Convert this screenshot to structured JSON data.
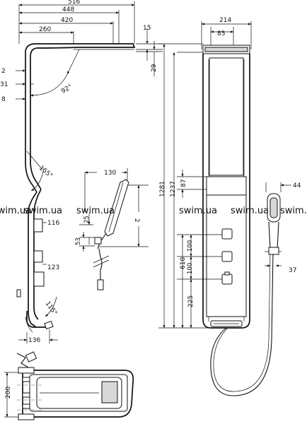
{
  "dimensions": {
    "width_516": "516",
    "width_448": "448",
    "width_420": "420",
    "width_260": "260",
    "gap_15": "15",
    "gap_29": "29",
    "left_2": "2",
    "left_31": "31",
    "left_8": "8",
    "angle_92": "92°",
    "angle_155": "155°",
    "angle_115": "115°",
    "depth_116": "116",
    "depth_123": "123",
    "depth_136": "136",
    "depth_200": "200",
    "hand_130": "130",
    "hand_25": "25",
    "hand_53": "53",
    "hand_2": "2",
    "panel_214": "214",
    "panel_85": "85",
    "height_1281": "1281",
    "height_1237": "1237",
    "h_87": "87",
    "h_610": "610",
    "h_100a": "100",
    "h_100b": "100",
    "h_225": "225",
    "head_44": "44",
    "head_37": "37"
  },
  "watermark": {
    "text_1": "swim.ua",
    "text_2": "swim.ua",
    "text_3": "swim.ua",
    "text_4": "swim.ua",
    "text_5": "swim.ua",
    "text_6": "swim.ua"
  }
}
